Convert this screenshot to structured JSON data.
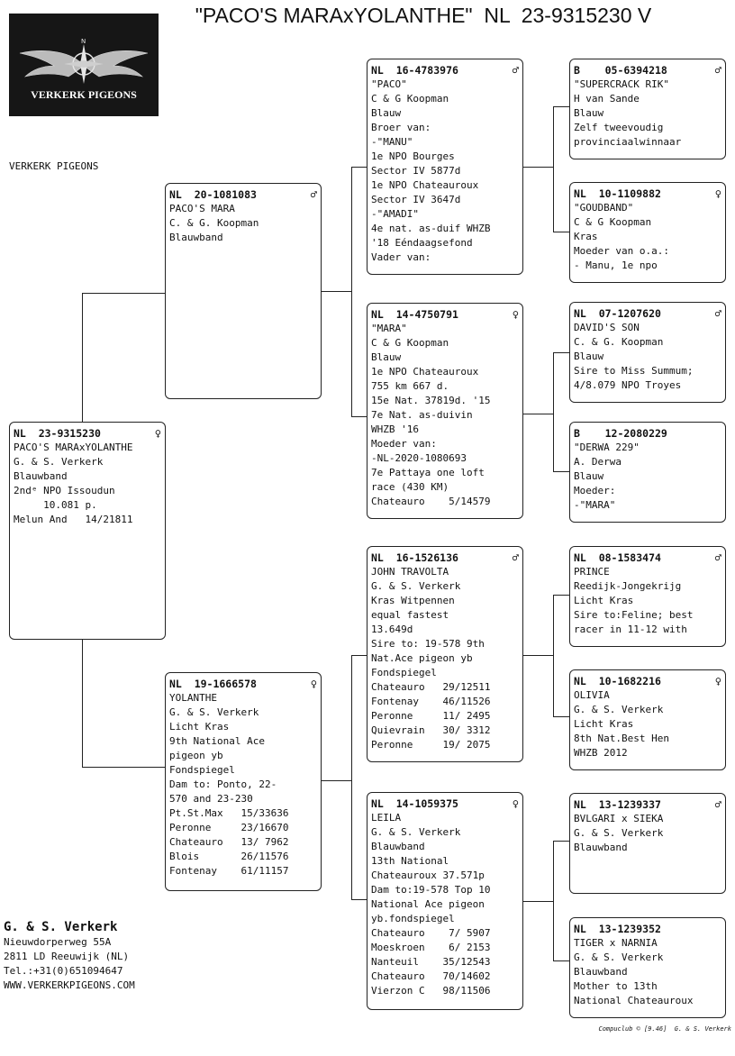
{
  "title": "\"PACO'S MARAxYOLANTHE\"  NL  23-9315230 V",
  "logo_text": "VERKERK PIGEONS",
  "side_label": "VERKERK PIGEONS",
  "owner": {
    "name": "G. & S. Verkerk",
    "lines": [
      "Nieuwdorperweg 55A",
      "2811 LD  Reeuwijk (NL)",
      "Tel.:+31(0)651094647",
      "WWW.VERKERKPIGEONS.COM"
    ]
  },
  "footer": "Compuclub © [9.46]  G. & S. Verkerk",
  "pigeons": [
    {
      "id": "subject",
      "ring": "NL  23-9315230",
      "sex": "♀",
      "lines": [
        "PACO'S MARAxYOLANTHE",
        "G. & S. Verkerk",
        "Blauwband",
        "2ndᵉ NPO Issoudun",
        "     10.081 p.",
        "",
        "",
        "",
        "Melun And   14/21811"
      ]
    },
    {
      "id": "sire",
      "ring": "NL  20-1081083",
      "sex": "♂",
      "lines": [
        "PACO'S MARA",
        "C. & G. Koopman",
        "Blauwband"
      ]
    },
    {
      "id": "dam",
      "ring": "NL  19-1666578",
      "sex": "♀",
      "lines": [
        "YOLANTHE",
        "G. & S. Verkerk",
        "Licht Kras",
        "9th National Ace",
        "pigeon yb",
        "Fondspiegel",
        "Dam to: Ponto, 22-",
        "570 and 23-230",
        "Pt.St.Max   15/33636",
        "Peronne     23/16670",
        "Chateauro   13/ 7962",
        "Blois       26/11576",
        "Fontenay    61/11157"
      ]
    },
    {
      "id": "ss",
      "ring": "NL  16-4783976",
      "sex": "♂",
      "lines": [
        "\"PACO\"",
        "C & G Koopman",
        "Blauw",
        "Broer van:",
        "-\"MANU\"",
        "1e NPO Bourges",
        "Sector IV 5877d",
        "1e NPO Chateauroux",
        "Sector IV 3647d",
        "-\"AMADI\"",
        "4e nat. as-duif WHZB",
        "'18 Eéndaagsefond",
        "Vader van:"
      ]
    },
    {
      "id": "sd",
      "ring": "NL  14-4750791",
      "sex": "♀",
      "lines": [
        "\"MARA\"",
        "C & G Koopman",
        "Blauw",
        "1e NPO Chateauroux",
        "755 km 667 d.",
        "15e Nat. 37819d. '15",
        "7e Nat. as-duivin",
        "WHZB '16",
        "Moeder van:",
        "-NL-2020-1080693",
        "7e Pattaya one loft",
        "race (430 KM)",
        "Chateauro    5/14579"
      ]
    },
    {
      "id": "ds",
      "ring": "NL  16-1526136",
      "sex": "♂",
      "lines": [
        "JOHN TRAVOLTA",
        "G. & S. Verkerk",
        "Kras Witpennen",
        "equal fastest",
        "13.649d",
        "Sire to: 19-578 9th",
        "Nat.Ace pigeon yb",
        "Fondspiegel",
        "Chateauro   29/12511",
        "Fontenay    46/11526",
        "Peronne     11/ 2495",
        "Quievrain   30/ 3312",
        "Peronne     19/ 2075"
      ]
    },
    {
      "id": "dd",
      "ring": "NL  14-1059375",
      "sex": "♀",
      "lines": [
        "LEILA",
        "G. & S. Verkerk",
        "Blauwband",
        "13th National",
        "Chateauroux 37.571p",
        "Dam to:19-578 Top 10",
        "National Ace pigeon",
        "yb.fondspiegel",
        "Chateauro    7/ 5907",
        "Moeskroen    6/ 2153",
        "Nanteuil    35/12543",
        "Chateauro   70/14602",
        "Vierzon C   98/11506"
      ]
    },
    {
      "id": "sss",
      "ring": "B    05-6394218",
      "sex": "♂",
      "lines": [
        "\"SUPERCRACK RIK\"",
        "H van Sande",
        "Blauw",
        "Zelf tweevoudig",
        "provinciaalwinnaar"
      ]
    },
    {
      "id": "ssd",
      "ring": "NL  10-1109882",
      "sex": "♀",
      "lines": [
        "\"GOUDBAND\"",
        "C & G Koopman",
        "Kras",
        "Moeder van o.a.:",
        "- Manu, 1e npo"
      ]
    },
    {
      "id": "sds",
      "ring": "NL  07-1207620",
      "sex": "♂",
      "lines": [
        "DAVID'S SON",
        "C. & G. Koopman",
        "Blauw",
        "Sire to Miss Summum;",
        "4/8.079 NPO Troyes"
      ]
    },
    {
      "id": "sdd",
      "ring": "B    12-2080229",
      "sex": "",
      "lines": [
        "\"DERWA 229\"",
        "A. Derwa",
        "Blauw",
        "Moeder:",
        "-\"MARA\""
      ]
    },
    {
      "id": "dss",
      "ring": "NL  08-1583474",
      "sex": "♂",
      "lines": [
        "PRINCE",
        "Reedijk-Jongekrijg",
        "Licht Kras",
        "Sire to:Feline; best",
        "racer in 11-12 with"
      ]
    },
    {
      "id": "dsd",
      "ring": "NL  10-1682216",
      "sex": "♀",
      "lines": [
        "OLIVIA",
        "G. & S. Verkerk",
        "Licht Kras",
        "8th Nat.Best Hen",
        "WHZB 2012"
      ]
    },
    {
      "id": "dds",
      "ring": "NL  13-1239337",
      "sex": "♂",
      "lines": [
        "BVLGARI x SIEKA",
        "G. & S. Verkerk",
        "Blauwband"
      ]
    },
    {
      "id": "ddd",
      "ring": "NL  13-1239352",
      "sex": "",
      "lines": [
        "TIGER x NARNIA",
        "G. & S. Verkerk",
        "Blauwband",
        "Mother to 13th",
        "National Chateauroux"
      ]
    }
  ]
}
